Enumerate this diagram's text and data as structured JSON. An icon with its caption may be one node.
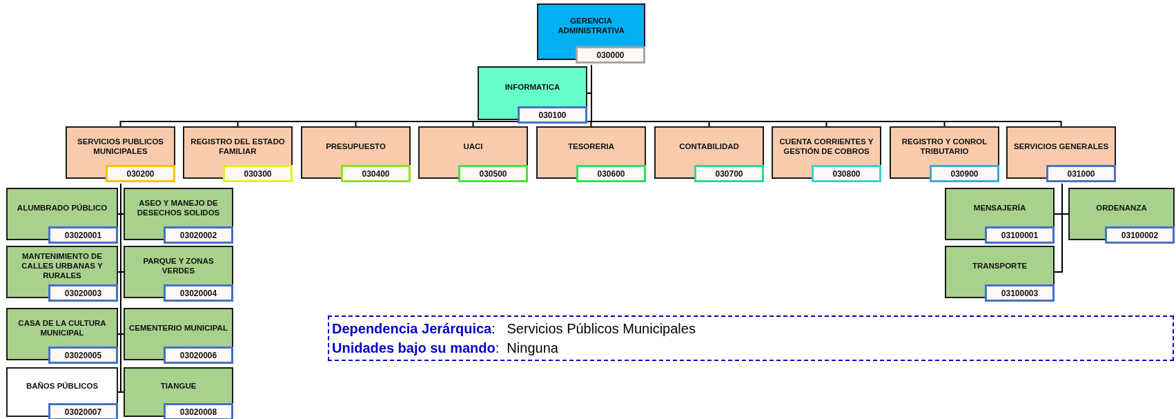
{
  "diagram": {
    "nodes": [
      {
        "text": [
          "GERENCIA ADMINISTRATIVA",
          "030000"
        ]
      },
      {
        "text": [
          "INFORMATICA",
          "030100"
        ]
      },
      {
        "text": [
          "SERVICIOS PUBLICOS MUNICIPALES",
          "030200"
        ]
      },
      {
        "text": [
          "REGISTRO DEL ESTADO FAMILIAR",
          "030300"
        ]
      },
      {
        "text": [
          "PRESUPUESTO",
          "030400"
        ]
      },
      {
        "text": [
          "UACI",
          "030500"
        ]
      },
      {
        "text": [
          "TESORERIA",
          "030600"
        ]
      },
      {
        "text": [
          "CONTABILIDAD",
          "030700"
        ]
      },
      {
        "text": [
          "CUENTA CORRIENTES Y GESTIÓN DE COBROS",
          "030800"
        ]
      },
      {
        "text": [
          "REGISTRO Y CONROL TRIBUTARIO",
          "030900"
        ]
      },
      {
        "text": [
          "SERVICIOS GENERALES",
          "031000"
        ]
      },
      {
        "text": [
          "ALUMBRADO PÚBLICO",
          "03020001"
        ]
      },
      {
        "text": [
          "ASEO Y MANEJO DE DESECHOS SOLIDOS",
          "03020002"
        ]
      },
      {
        "text": [
          "MANTENIMIENTO DE CALLES URBANAS Y RURALES",
          "03020003"
        ]
      },
      {
        "text": [
          "PARQUE Y ZONAS VERDES",
          "03020004"
        ]
      },
      {
        "text": [
          "CASA DE LA CULTURA MUNICIPAL",
          "03020005"
        ]
      },
      {
        "text": [
          "CEMENTERIO MUNICIPAL",
          "03020006"
        ]
      },
      {
        "text": [
          "BAÑOS PÚBLICOS",
          "03020007"
        ]
      },
      {
        "text": [
          "TIANGUE",
          "03020008"
        ]
      },
      {
        "text": [
          "MENSAJERÍA",
          "03100001"
        ]
      },
      {
        "text": [
          "ORDENANZA",
          "03100002"
        ]
      },
      {
        "text": [
          "TRANSPORTE",
          "03100003"
        ]
      },
      {
        "text": [
          "**Dependencia Jerárquica**:   Servicios Públicos Municipales",
          "**Unidades bajo su mando**:  Ninguna"
        ]
      }
    ],
    "edges": [
      {
        "from": 0,
        "to": 1,
        "arrow": "none"
      },
      {
        "from": 0,
        "to": 2,
        "arrow": "none"
      },
      {
        "from": 0,
        "to": 3,
        "arrow": "none"
      },
      {
        "from": 0,
        "to": 4,
        "arrow": "none"
      },
      {
        "from": 0,
        "to": 5,
        "arrow": "none"
      },
      {
        "from": 0,
        "to": 6,
        "arrow": "none"
      },
      {
        "from": 0,
        "to": 7,
        "arrow": "none"
      },
      {
        "from": 0,
        "to": 8,
        "arrow": "none"
      },
      {
        "from": 0,
        "to": 9,
        "arrow": "none"
      },
      {
        "from": 0,
        "to": 10,
        "arrow": "none"
      },
      {
        "from": 2,
        "to": 11,
        "arrow": "none"
      },
      {
        "from": 2,
        "to": 12,
        "arrow": "none"
      },
      {
        "from": 2,
        "to": 13,
        "arrow": "none"
      },
      {
        "from": 2,
        "to": 14,
        "arrow": "none"
      },
      {
        "from": 2,
        "to": 15,
        "arrow": "none"
      },
      {
        "from": 2,
        "to": 16,
        "arrow": "none"
      },
      {
        "from": 2,
        "to": 17,
        "arrow": "none"
      },
      {
        "from": 2,
        "to": 18,
        "arrow": "none"
      },
      {
        "from": 10,
        "to": 19,
        "arrow": "none"
      },
      {
        "from": 10,
        "to": 20,
        "arrow": "none"
      },
      {
        "from": 10,
        "to": 21,
        "arrow": "none"
      }
    ]
  }
}
